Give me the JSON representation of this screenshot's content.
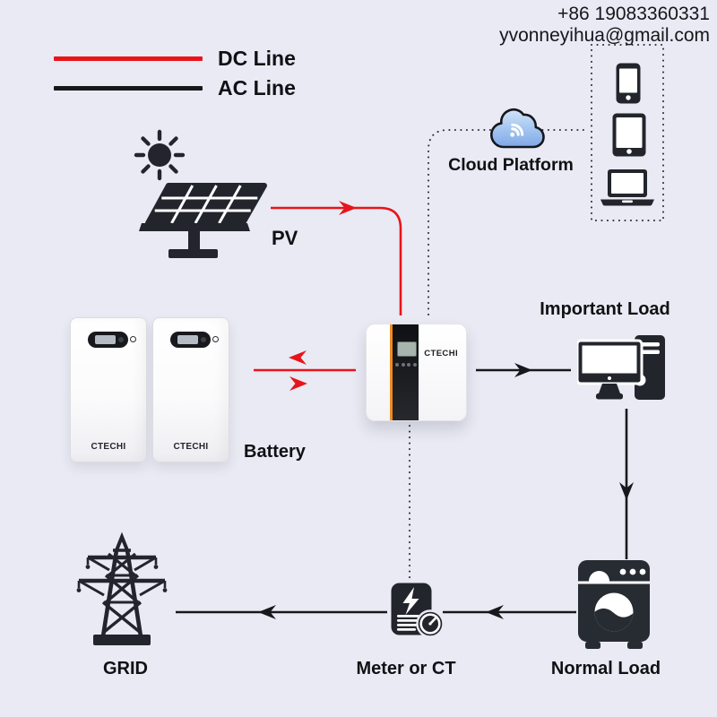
{
  "contact": {
    "phone": "+86 19083360331",
    "email": "yvonneyihua@gmail.com"
  },
  "legend": [
    {
      "label": "DC Line",
      "color": "#e8141a"
    },
    {
      "label": "AC Line",
      "color": "#17181c"
    }
  ],
  "nodes": {
    "pv": {
      "label": "PV"
    },
    "cloud": {
      "label": "Cloud Platform"
    },
    "battery": {
      "label": "Battery",
      "logo": "CTECHI"
    },
    "inverter": {
      "logo": "CTECHI"
    },
    "important_load": {
      "label": "Important Load"
    },
    "normal_load": {
      "label": "Normal Load"
    },
    "meter": {
      "label": "Meter or CT"
    },
    "grid": {
      "label": "GRID"
    }
  },
  "colors": {
    "background": "#e9eaf3",
    "dc_line": "#e8141a",
    "ac_line": "#17181c",
    "icon_dark": "#22252c",
    "cloud_blue": "#8fb4ec"
  }
}
